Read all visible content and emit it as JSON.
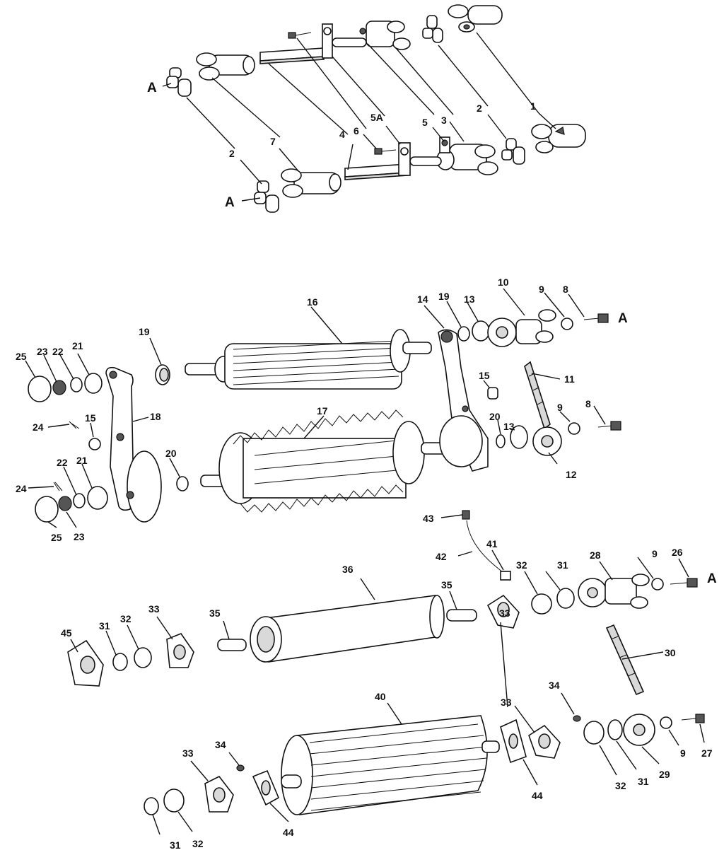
{
  "figure": {
    "callouts": [
      "1",
      "2",
      "2",
      "3",
      "4",
      "5",
      "5A",
      "6",
      "7",
      "8",
      "8",
      "9",
      "9",
      "9",
      "9",
      "10",
      "11",
      "12",
      "13",
      "13",
      "14",
      "15",
      "15",
      "16",
      "17",
      "18",
      "19",
      "19",
      "20",
      "20",
      "21",
      "21",
      "22",
      "22",
      "23",
      "23",
      "24",
      "24",
      "25",
      "25",
      "26",
      "27",
      "28",
      "29",
      "30",
      "31",
      "31",
      "31",
      "31",
      "32",
      "32",
      "32",
      "32",
      "33",
      "33",
      "33",
      "33",
      "34",
      "34",
      "35",
      "35",
      "36",
      "40",
      "41",
      "42",
      "43",
      "44",
      "44",
      "45"
    ],
    "reference_marks": [
      "A",
      "A",
      "A",
      "A"
    ]
  }
}
